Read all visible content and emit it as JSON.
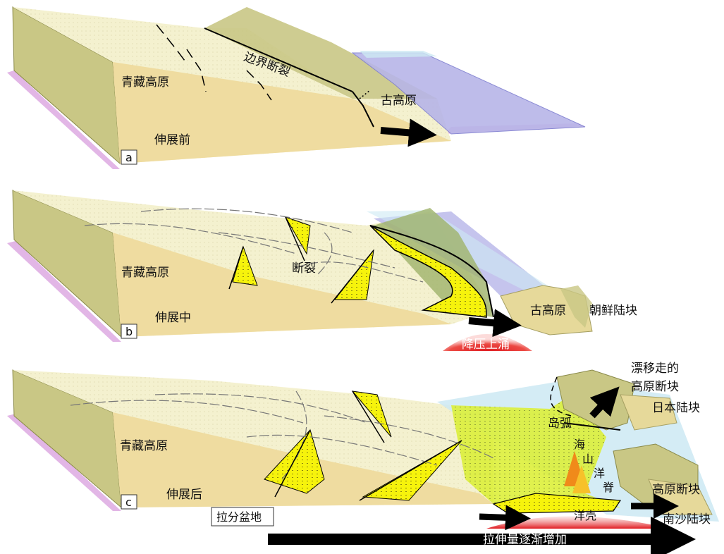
{
  "panels": {
    "a": {
      "letter": "a",
      "plateau": "青藏高原",
      "stage": "伸展前",
      "boundary_fault": "边界断裂",
      "old_plateau": "古高原"
    },
    "b": {
      "letter": "b",
      "plateau": "青藏高原",
      "stage": "伸展中",
      "fault": "断裂",
      "old_plateau": "古高原",
      "korea_block": "朝鲜陆块",
      "upwelling": "降压上涌"
    },
    "c": {
      "letter": "c",
      "plateau": "青藏高原",
      "stage": "伸展后",
      "basin": "拉分盆地",
      "drifting_line1": "漂移走的",
      "drifting_line2": "高原断块",
      "japan_block": "日本陆块",
      "island_arc": "岛弧",
      "seamount_1": "海",
      "seamount_2": "山",
      "ridge_1": "洋",
      "ridge_2": "脊",
      "ocean_crust": "洋壳",
      "plateau_block": "高原断块",
      "nansha_block": "南沙陆块",
      "extension_arrow": "拉伸量逐渐增加"
    }
  },
  "colors": {
    "top_surface": "#f2efc9",
    "front_face": "#efdca0",
    "side_face": "#c9c785",
    "base_slab": "#e2b6e6",
    "ocean": "#b7b5e8",
    "sea_light": "#cde9f3",
    "yellow_fill": "#f4f20a",
    "green_fill": "#d7ef34",
    "red_glow": "#e8262b"
  }
}
